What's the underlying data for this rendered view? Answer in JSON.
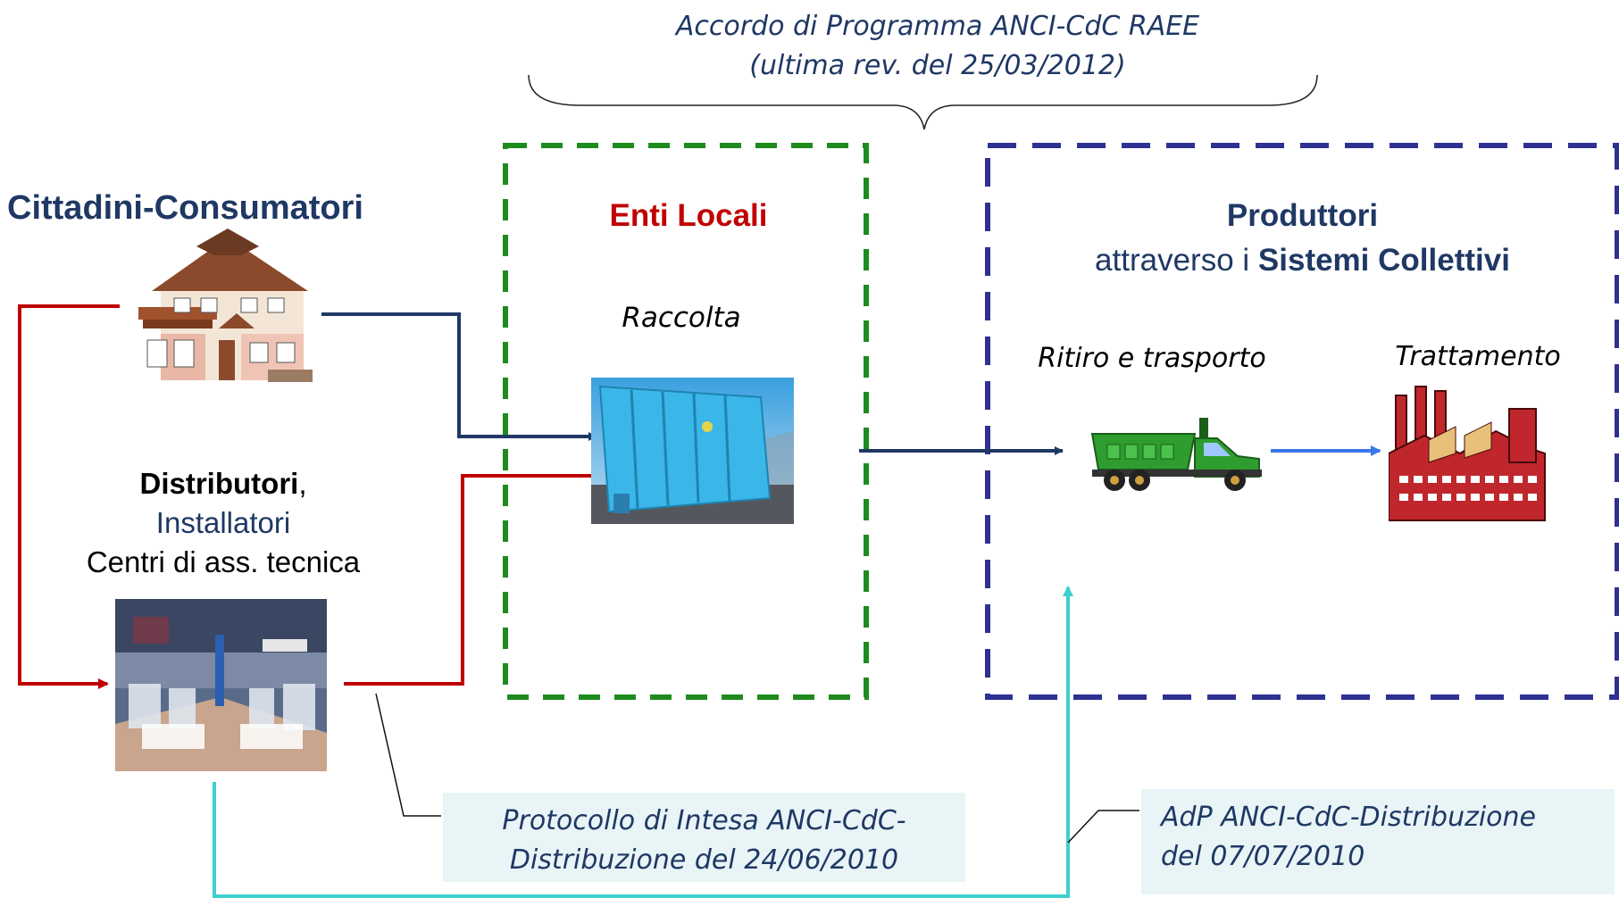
{
  "top_note": {
    "line1": "Accordo di Programma ANCI-CdC RAEE",
    "line2": "(ultima rev. del 25/03/2012)"
  },
  "citizens": {
    "title": "Cittadini-Consumatori",
    "image_icon": "house-icon"
  },
  "distributors": {
    "label_bold": "Distributori",
    "label_comma": ",",
    "line2": "Installatori",
    "line3": "Centri di ass. tecnica",
    "image_icon": "store-photo"
  },
  "local_authorities": {
    "title": "Enti Locali",
    "activity": "Raccolta",
    "image_icon": "container-photo"
  },
  "producers": {
    "title": "Produttori",
    "subtitle_prefix": "attraverso i ",
    "subtitle_bold": "Sistemi Collettivi",
    "step1": "Ritiro e trasporto",
    "step2": "Trattamento",
    "step1_icon": "truck-icon",
    "step2_icon": "factory-icon"
  },
  "note_protocol": {
    "line1": "Protocollo di Intesa ANCI-CdC-",
    "line2": "Distribuzione del 24/06/2010"
  },
  "note_adp": {
    "line1": "AdP ANCI-CdC-Distribuzione",
    "line2": "del 07/07/2010"
  },
  "colors": {
    "navy": "#1f3864",
    "red": "#c00000",
    "green": "#1e8b1e",
    "purple": "#2e3192",
    "cyan": "#3ecfcf",
    "blue_arrow": "#3a76e8",
    "note_bg": "#e8f4f6"
  }
}
